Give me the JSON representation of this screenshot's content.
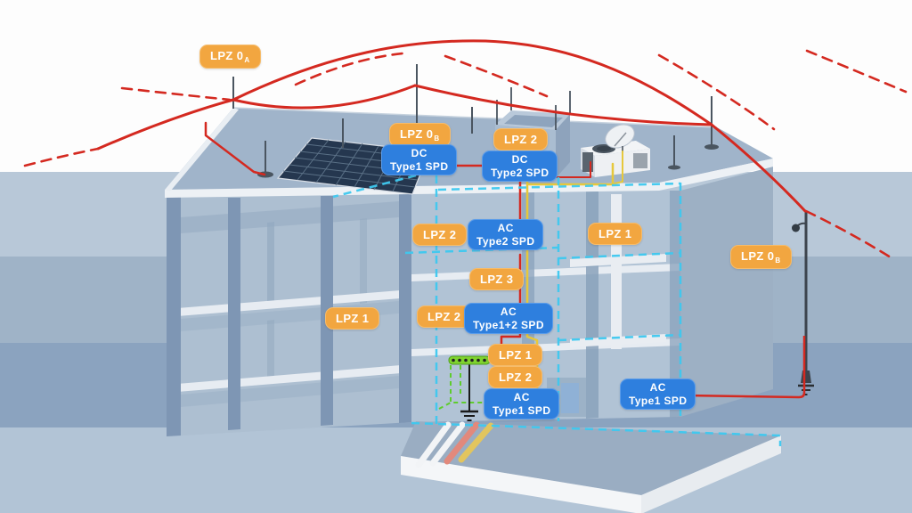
{
  "diagram": {
    "subject": "building-lightning-protection-zones",
    "zone_system": "LPZ",
    "device_system": "SPD"
  },
  "zone_labels": [
    {
      "text": "LPZ 0",
      "sub": "A"
    },
    {
      "text": "LPZ 0",
      "sub": "B"
    },
    {
      "text": "LPZ 2"
    },
    {
      "text": "LPZ 2"
    },
    {
      "text": "LPZ 3"
    },
    {
      "text": "LPZ 2"
    },
    {
      "text": "LPZ 1"
    },
    {
      "text": "LPZ 1"
    },
    {
      "text": "LPZ 1"
    },
    {
      "text": "LPZ 2"
    },
    {
      "text": "LPZ 0",
      "sub": "B"
    }
  ],
  "spd_labels": [
    {
      "line1": "DC",
      "line2": "Type1 SPD"
    },
    {
      "line1": "DC",
      "line2": "Type2 SPD"
    },
    {
      "line1": "AC",
      "line2": "Type2 SPD"
    },
    {
      "line1": "AC",
      "line2": "Type1+2 SPD"
    },
    {
      "line1": "AC",
      "line2": "Type1 SPD"
    },
    {
      "line1": "AC",
      "line2": "Type1 SPD"
    }
  ],
  "colors": {
    "zone_label_bg": "#F2A640",
    "spd_label_bg": "#2E7FDE",
    "label_text": "#FFFFFF",
    "lightning_wire": "#D42920",
    "lpz_boundary": "#3EC9F0",
    "bonding_green": "#6FC92F",
    "cable_yellow": "#E6C83C",
    "building_face": "#AFC2D4",
    "roof_surface": "#A0B4CA",
    "solar_panel": "#25374F",
    "ground_band": "#8BA3BF"
  },
  "icons": {
    "ground-symbol": "stacked shortening horizontal bars",
    "lightning-rod-mast": "thin vertical air-terminal mast",
    "catenary-wire": "sagging red shield wire",
    "rolling-sphere-arc": "dashed red protection arc",
    "bonding-bar": "green equipotential bar with terminals",
    "street-light": "pole with lamp head",
    "solar-panel-array": "dark tilted PV grid",
    "ac-unit": "rooftop HVAC box with fan",
    "satellite-dish": "white parabolic dish"
  }
}
